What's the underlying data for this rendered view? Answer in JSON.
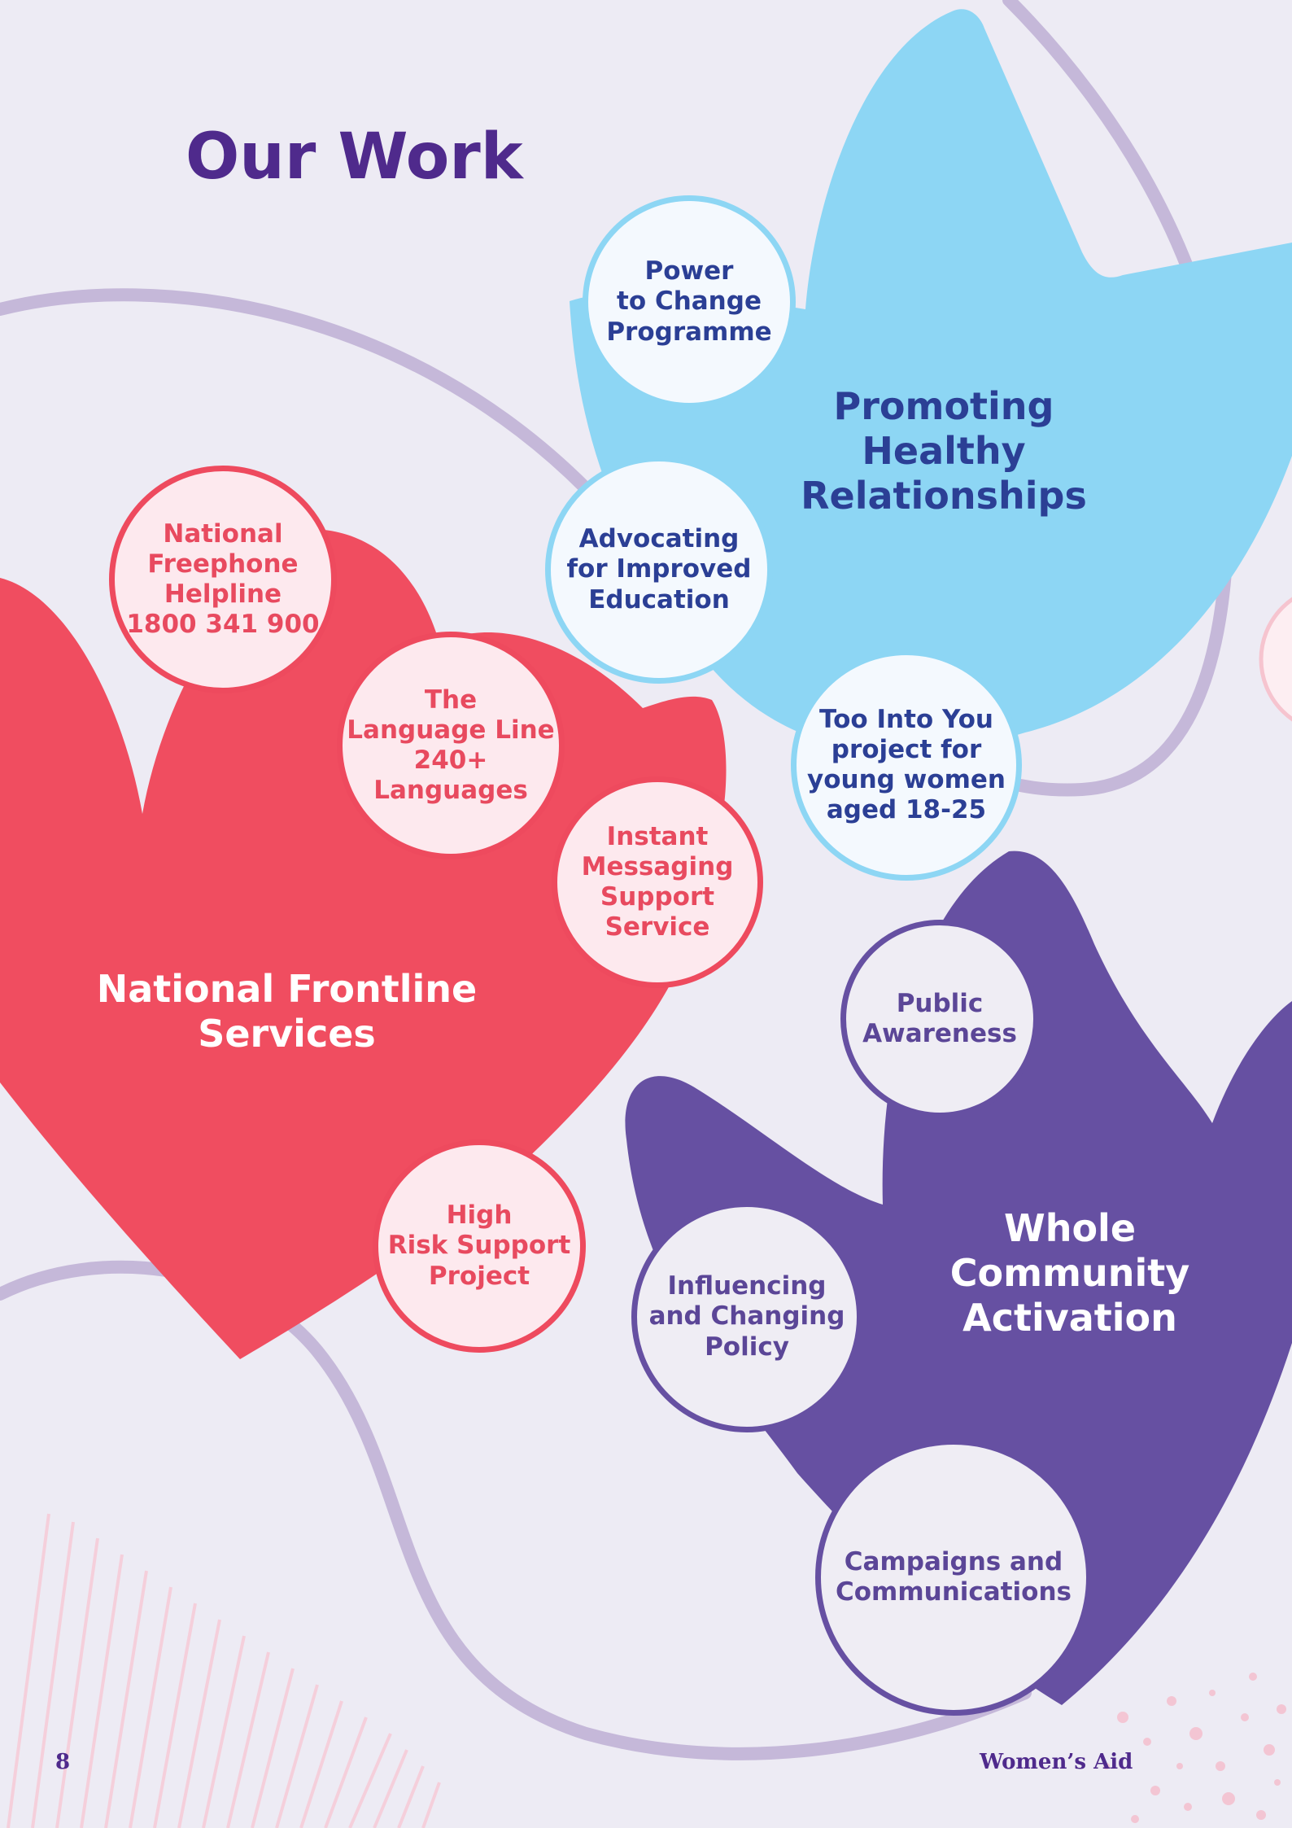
{
  "page": {
    "title": "Our Work",
    "page_number": "8",
    "brand": "Women’s Aid"
  },
  "colors": {
    "background": "#edebf4",
    "title": "#4f2a8c",
    "red": "#ee4a5e",
    "light_blue": "#8dd6f4",
    "dark_blue": "#2b3f95",
    "purple": "#6650a2",
    "swirl": "#c5b8d9"
  },
  "frontline": {
    "heading": "National Frontline\nServices",
    "items": [
      {
        "label": "National\nFreephone\nHelpline\n1800 341 900"
      },
      {
        "label": "The\nLanguage Line\n240+\nLanguages"
      },
      {
        "label": "Instant\nMessaging\nSupport\nService"
      },
      {
        "label": "High\nRisk Support\nProject"
      }
    ]
  },
  "relationships": {
    "heading": "Promoting\nHealthy\nRelationships",
    "items": [
      {
        "label": "Power\nto Change\nProgramme"
      },
      {
        "label": "Advocating\nfor Improved\nEducation"
      },
      {
        "label": "Too Into You\nproject for\nyoung women\naged 18-25"
      }
    ]
  },
  "community": {
    "heading": "Whole\nCommunity\nActivation",
    "items": [
      {
        "label": "Public\nAwareness"
      },
      {
        "label": "Influencing\nand Changing\nPolicy"
      },
      {
        "label": "Campaigns and\nCommunications"
      }
    ]
  }
}
